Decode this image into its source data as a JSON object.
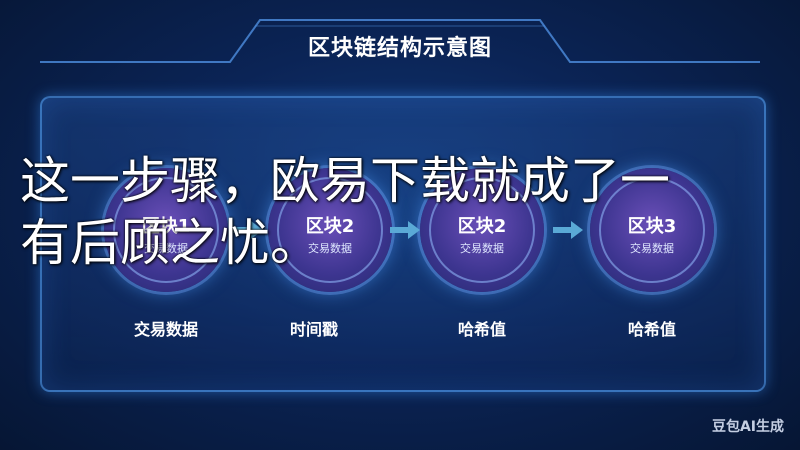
{
  "title": "区块链结构示意图",
  "blocks": [
    {
      "title": "区块1",
      "sub": "交易数据",
      "caption": "交易数据"
    },
    {
      "title": "区块2",
      "sub": "交易数据",
      "caption": "时间戳"
    },
    {
      "title": "区块2",
      "sub": "交易数据",
      "caption": "哈希值"
    },
    {
      "title": "区块3",
      "sub": "交易数据",
      "caption": "哈希值"
    }
  ],
  "overlay_text": {
    "line1": "这一步骤，欧易下载就成了一",
    "line2": "有后顾之忧。"
  },
  "watermark": "豆包AI生成",
  "colors": {
    "arrow": "#5aa9d6",
    "frame": "#5aaaff",
    "node": "#3d3590"
  }
}
